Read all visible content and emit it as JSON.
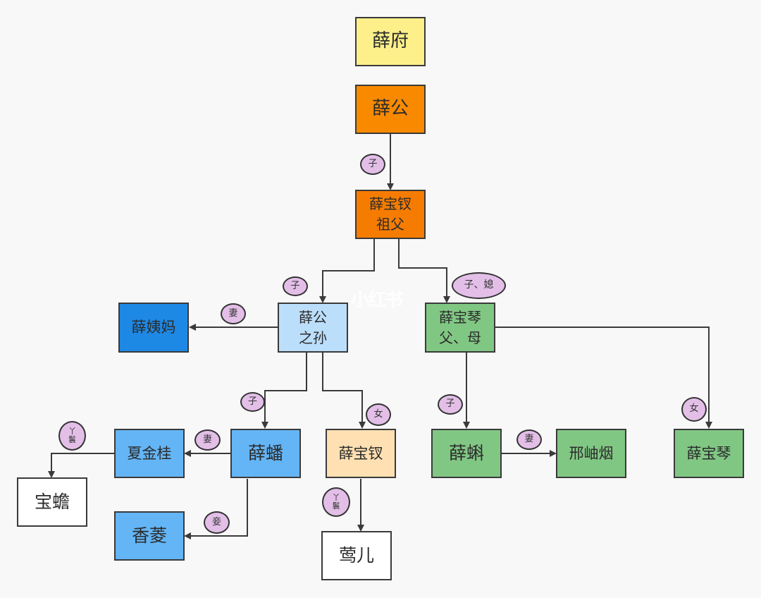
{
  "diagram": {
    "title": "薛府",
    "colors": {
      "title": "#fdf08a",
      "orange_dark": "#f98a00",
      "orange": "#f57c00",
      "blue_dark": "#1e88e5",
      "blue_light": "#bbdefb",
      "blue_mid": "#64b5f6",
      "peach": "#ffe0b2",
      "green": "#81c784",
      "white": "#ffffff",
      "label_bg": "#e3bfe8",
      "line": "#3a3a3a"
    },
    "nodes": {
      "xuefu": "薛府",
      "xuegong": "薛公",
      "grandfather": "薛宝钗\n祖父",
      "grandson": "薛公\n之孙",
      "aunt_xue": "薛姨妈",
      "baoqin_parents": "薛宝琴\n父、母",
      "xue_pan": "薛蟠",
      "xia_jingui": "夏金桂",
      "baochan": "宝蟾",
      "xiangling": "香菱",
      "baochai": "薛宝钗",
      "yinger": "莺儿",
      "xue_ke": "薛蝌",
      "xing_xiuyan": "邢岫烟",
      "baoqin": "薛宝琴"
    },
    "edge_labels": {
      "xuegong_to_grandfather": "子",
      "grandfather_to_grandson": "子",
      "grandfather_to_baoqin_parents": "子、媳",
      "grandson_to_aunt": "妻",
      "grandson_to_pan": "子",
      "grandson_to_baochai": "女",
      "pan_to_xia": "妻",
      "xia_to_baochan": "丫\n鬟",
      "pan_to_xiangling": "妾",
      "baochai_to_yinger": "丫\n鬟",
      "parents_to_ke": "子",
      "parents_to_baoqin": "女",
      "ke_to_xing": "妻"
    },
    "watermark": "小红书"
  }
}
